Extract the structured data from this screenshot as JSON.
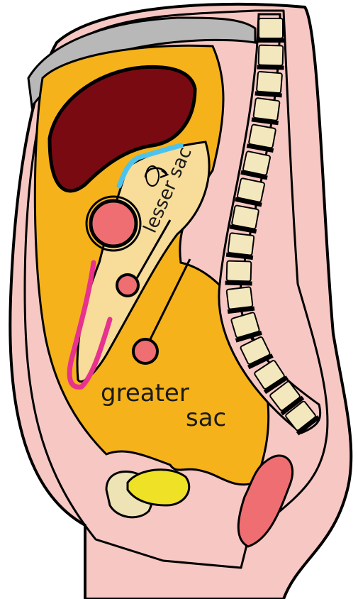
{
  "labels": {
    "lesser_sac": "lesser sac",
    "greater_sac_line1": "greater",
    "greater_sac_line2": "sac"
  },
  "colors": {
    "body_wall": "#f7c8c3",
    "peritoneal_cavity": "#f5b21a",
    "lesser_sac": "#f7dc9a",
    "liver": "#7a0a12",
    "organ_pink": "#ee6e72",
    "vertebra": "#f3e7bd",
    "diaphragm": "#b8b8b8",
    "bladder": "#ede3b5",
    "uterus_yellow": "#efe125",
    "lesser_omentum_line": "#4cc3ee",
    "greater_omentum_line": "#e7328e",
    "outline": "#000000"
  }
}
